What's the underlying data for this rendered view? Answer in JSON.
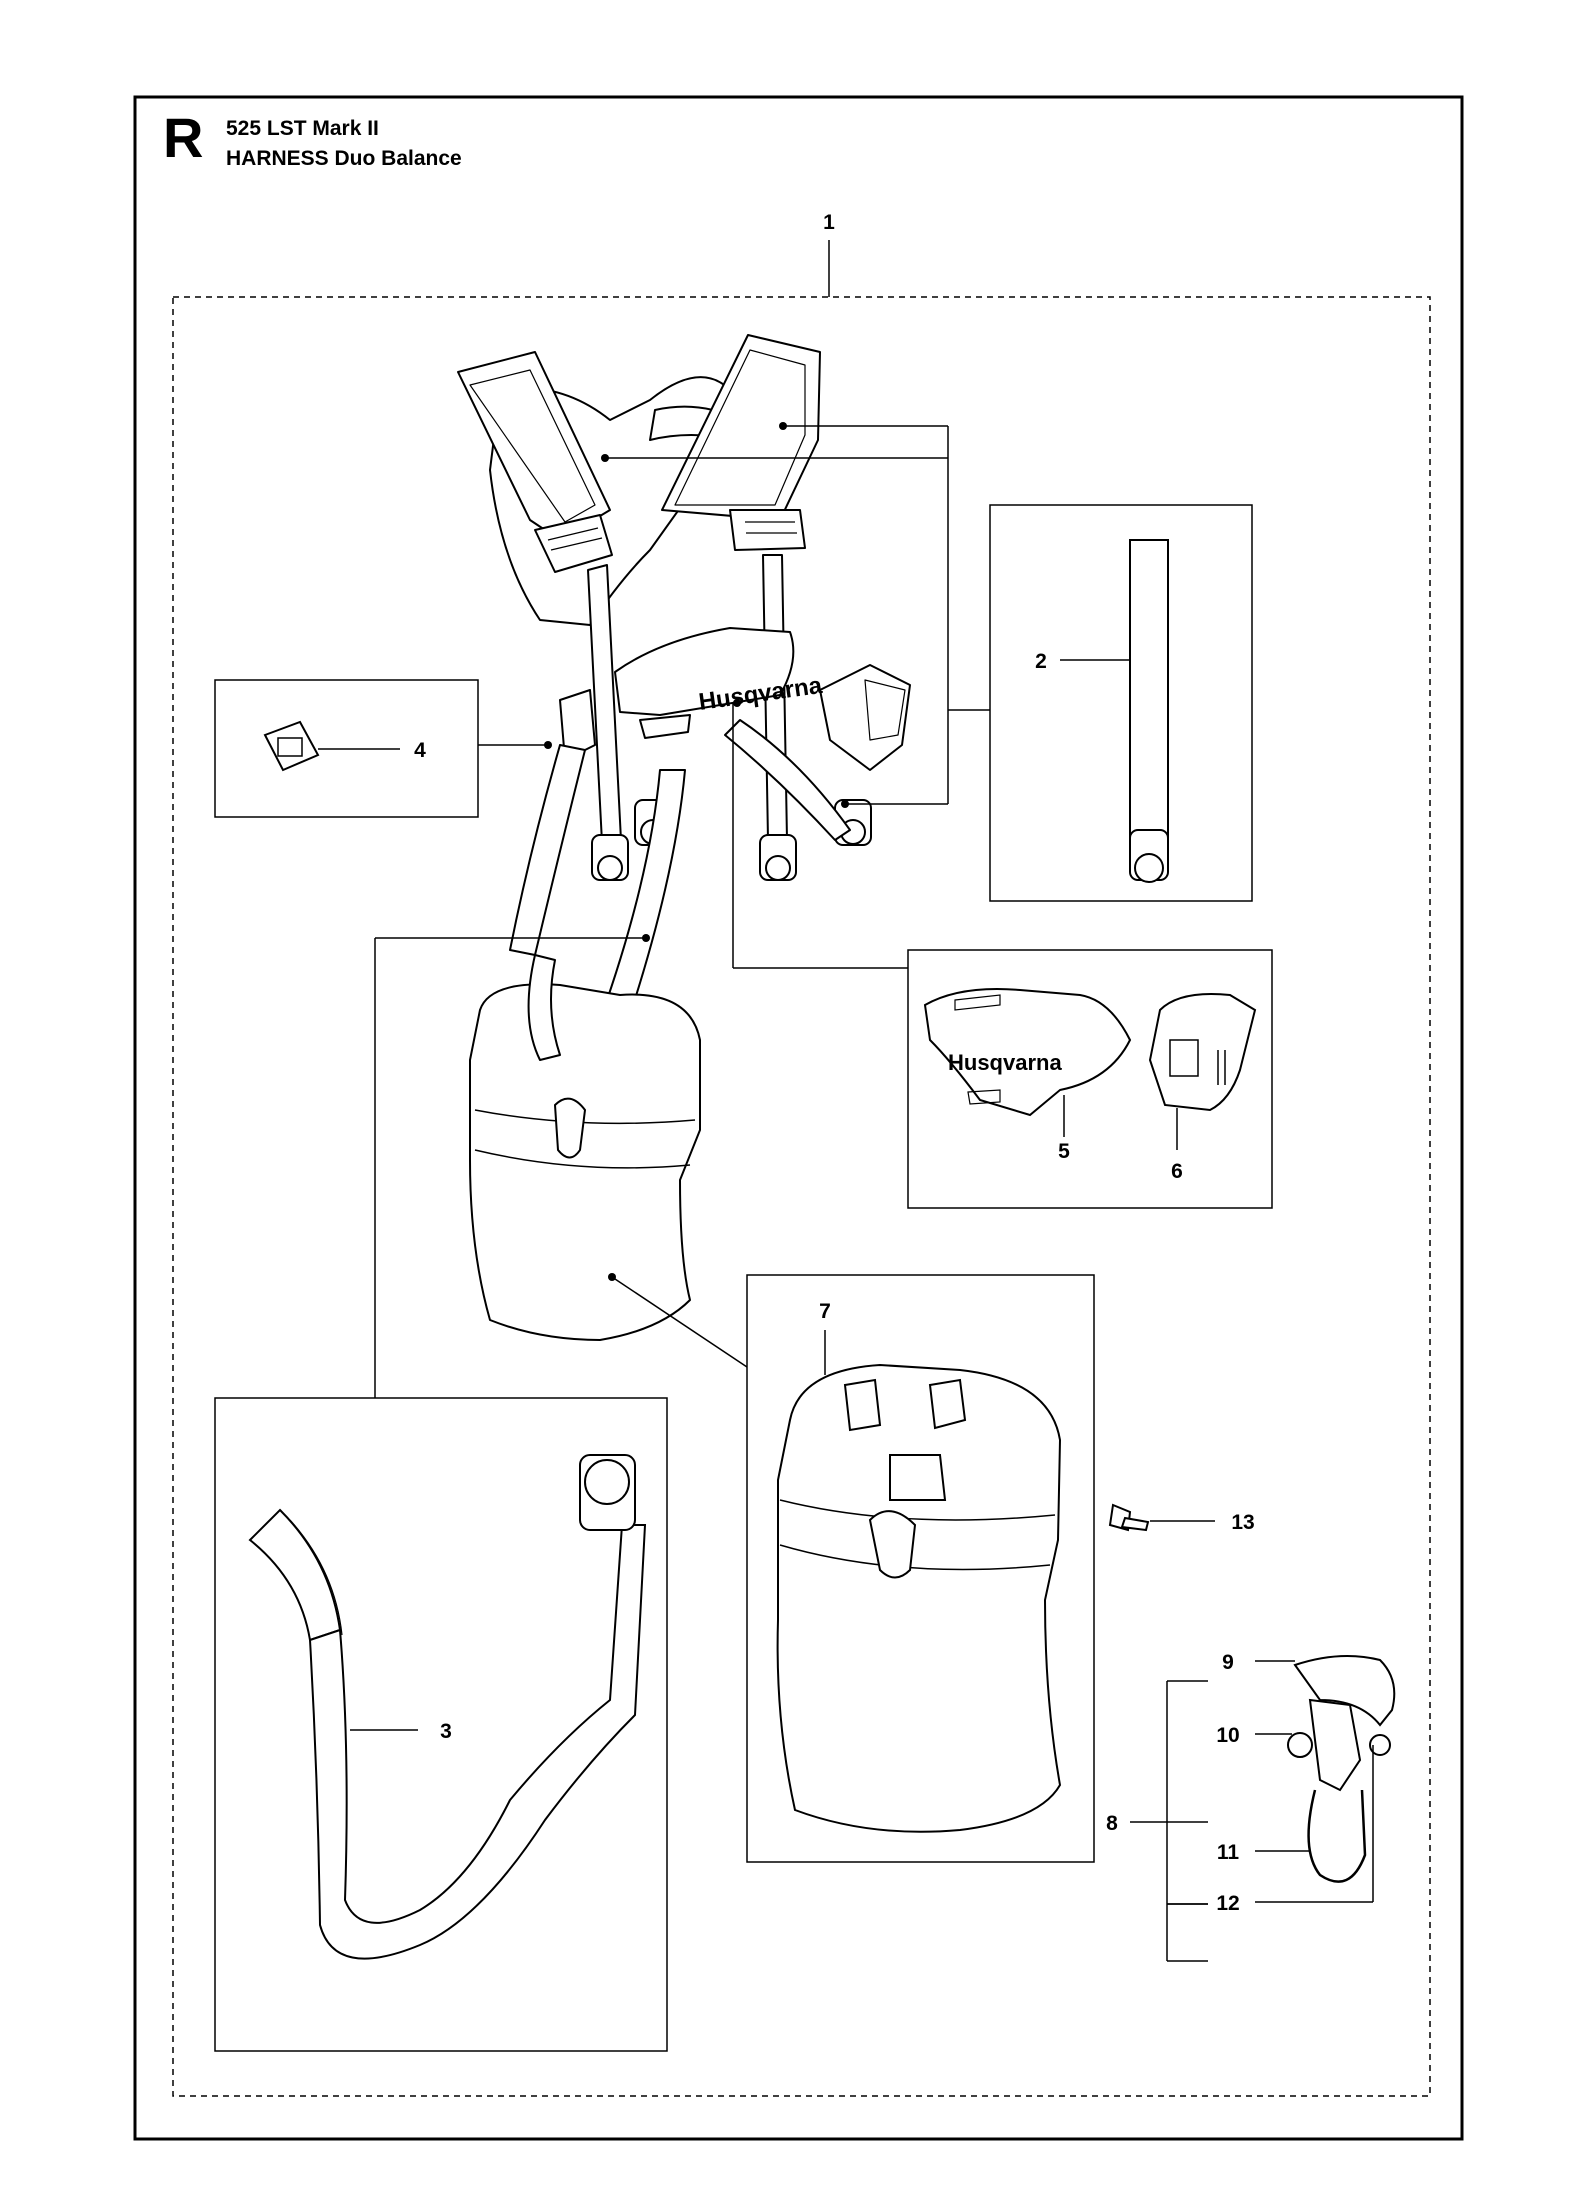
{
  "header": {
    "section_letter": "R",
    "model": "525 LST Mark II",
    "title": "HARNESS Duo Balance"
  },
  "brand_text": "Husqvarna",
  "callouts": {
    "c1": "1",
    "c2": "2",
    "c3": "3",
    "c4": "4",
    "c5": "5",
    "c6": "6",
    "c7": "7",
    "c8": "8",
    "c9": "9",
    "c10": "10",
    "c11": "11",
    "c12": "12",
    "c13": "13"
  }
}
